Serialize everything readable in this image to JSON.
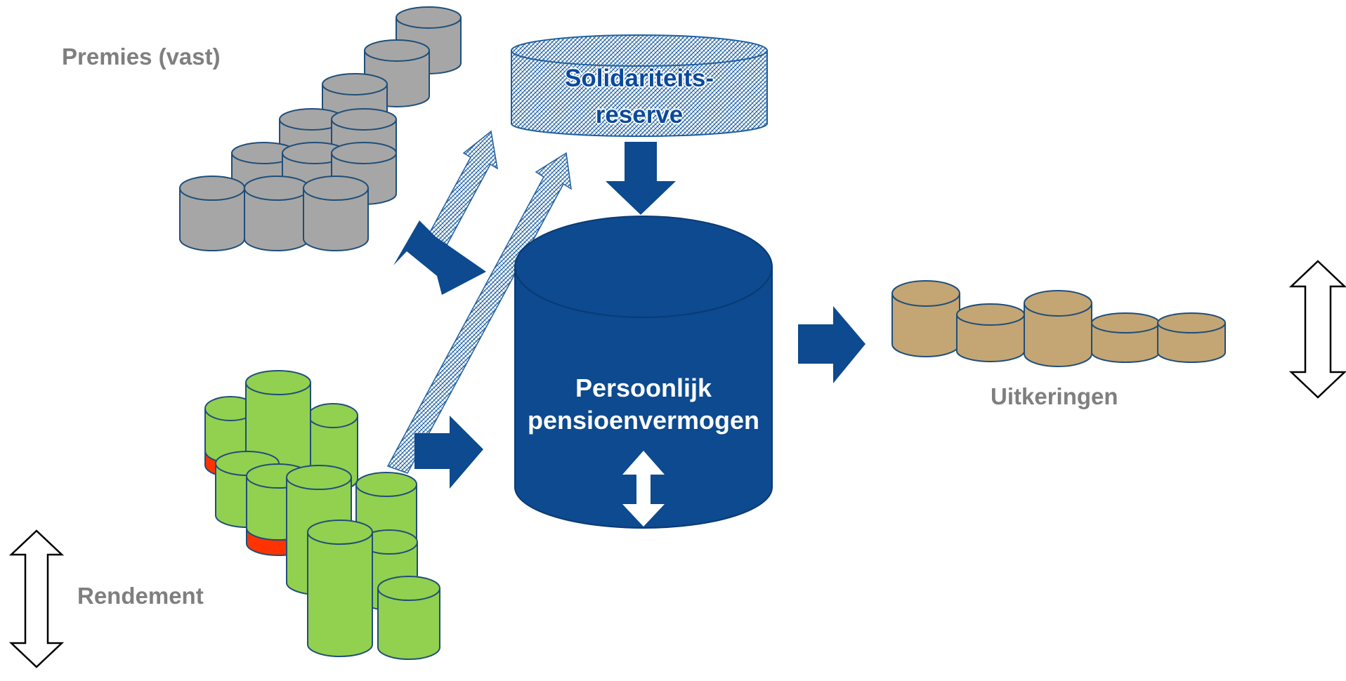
{
  "labels": {
    "premies": "Premies (vast)",
    "rendement": "Rendement",
    "uitkeringen": "Uitkeringen",
    "reserve_line1": "Solidariteits-",
    "reserve_line2": "reserve",
    "central_line1": "Persoonlijk",
    "central_line2": "pensioenvermogen"
  },
  "colors": {
    "premies_cylinder": "#a6a6a6",
    "outline": "#1f4e79",
    "central_cylinder": "#0d4a8f",
    "flow_arrow": "#0d4a8f",
    "reserve_hatch": "#1f5fa0",
    "rendement_positive": "#92d050",
    "rendement_negative": "#ff3300",
    "uitkeringen_cylinder": "#c4a574"
  },
  "icons": {
    "premies_to_central": "arrow-icon",
    "rendement_to_central": "arrow-icon",
    "reserve_to_central": "arrow-icon",
    "central_to_uitkeringen": "arrow-icon",
    "to_reserve": "hatched-arrow-icon",
    "central_fluctuation": "double-arrow-icon",
    "rendement_fluctuation": "double-arrow-icon",
    "uitkeringen_fluctuation": "double-arrow-icon"
  }
}
